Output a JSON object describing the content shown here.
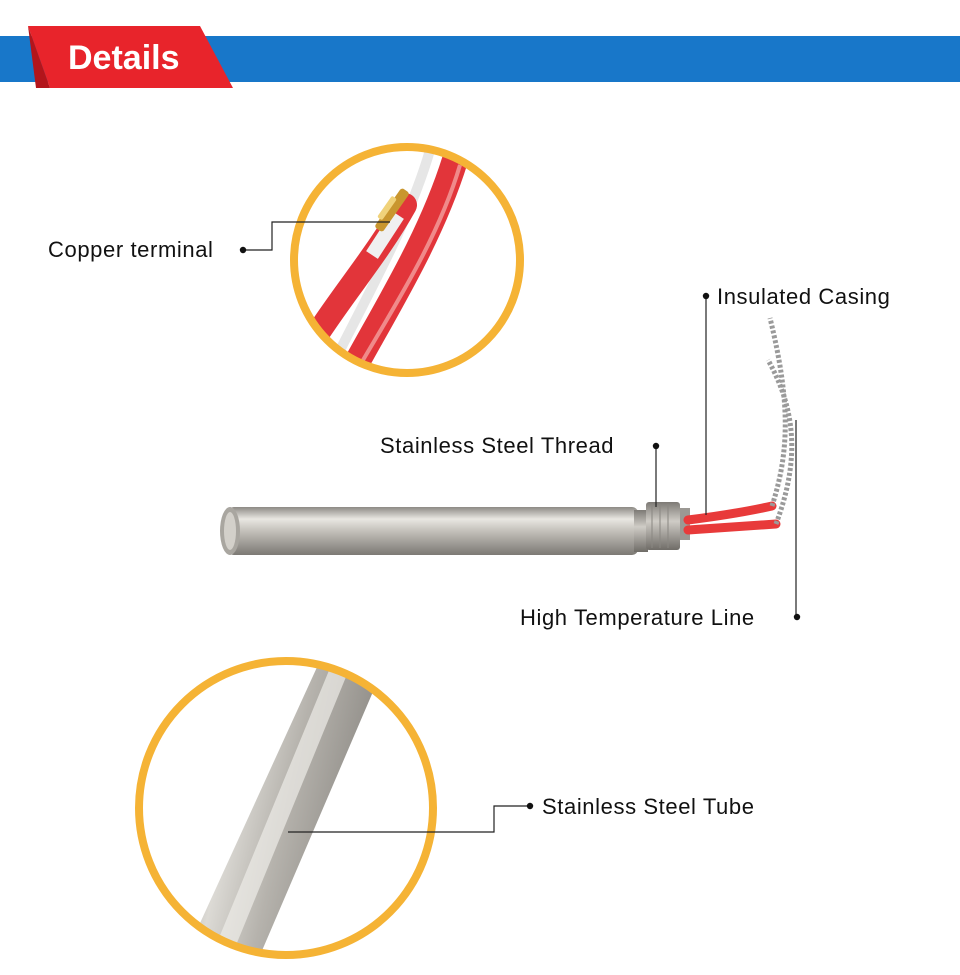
{
  "header": {
    "title": "Details"
  },
  "callouts": {
    "copper_terminal": "Copper terminal",
    "insulated_casing": "Insulated Casing",
    "stainless_steel_thread": "Stainless Steel Thread",
    "high_temperature_line": "High Temperature Line",
    "stainless_steel_tube": "Stainless Steel Tube"
  },
  "colors": {
    "banner_blue": "#1877c9",
    "tab_red": "#e8242b",
    "ring_orange": "#f5b335",
    "wire_red": "#e83a3a"
  }
}
